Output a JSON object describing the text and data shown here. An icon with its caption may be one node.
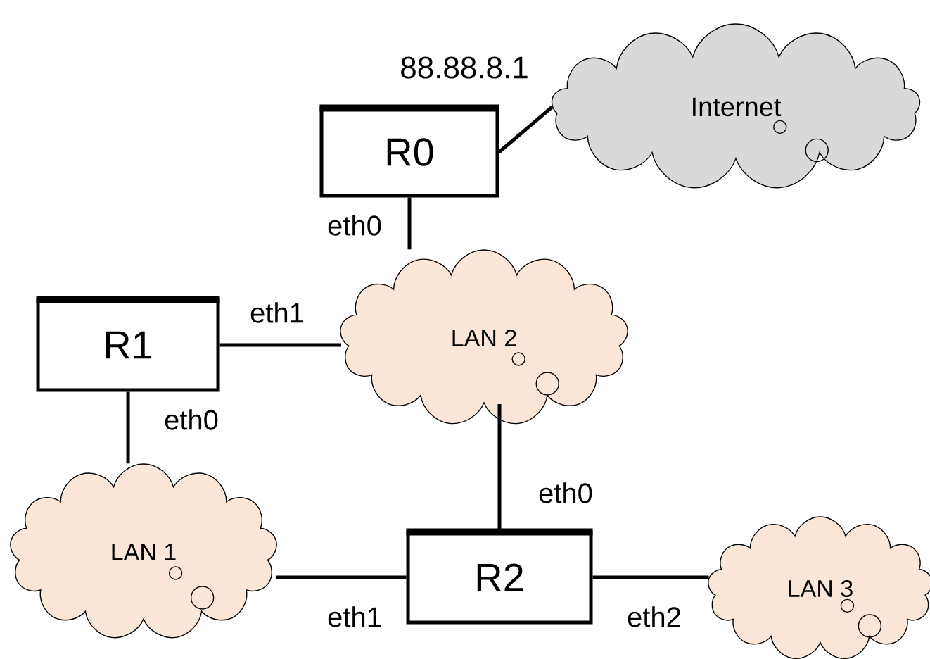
{
  "diagram": {
    "nodes": [
      {
        "text": [
          "Internet"
        ]
      },
      {
        "text": [
          "R0"
        ]
      },
      {
        "text": [
          "R1"
        ]
      },
      {
        "text": [
          "LAN 2"
        ]
      },
      {
        "text": [
          "LAN 1"
        ]
      },
      {
        "text": [
          "R2"
        ]
      },
      {
        "text": [
          "LAN 3"
        ]
      }
    ],
    "edges": [
      {
        "from": 1,
        "to": 0,
        "arrow": "none"
      },
      {
        "from": 1,
        "to": 3,
        "arrow": "none",
        "label": "eth0"
      },
      {
        "from": 2,
        "to": 3,
        "arrow": "none",
        "label": "eth1"
      },
      {
        "from": 2,
        "to": 4,
        "arrow": "none",
        "label": "eth0"
      },
      {
        "from": 5,
        "to": 3,
        "arrow": "none",
        "label": "eth0"
      },
      {
        "from": 5,
        "to": 4,
        "arrow": "none",
        "label": "eth1"
      },
      {
        "from": 5,
        "to": 6,
        "arrow": "none",
        "label": "eth2"
      }
    ],
    "labels": [
      "88.88.8.1"
    ]
  }
}
